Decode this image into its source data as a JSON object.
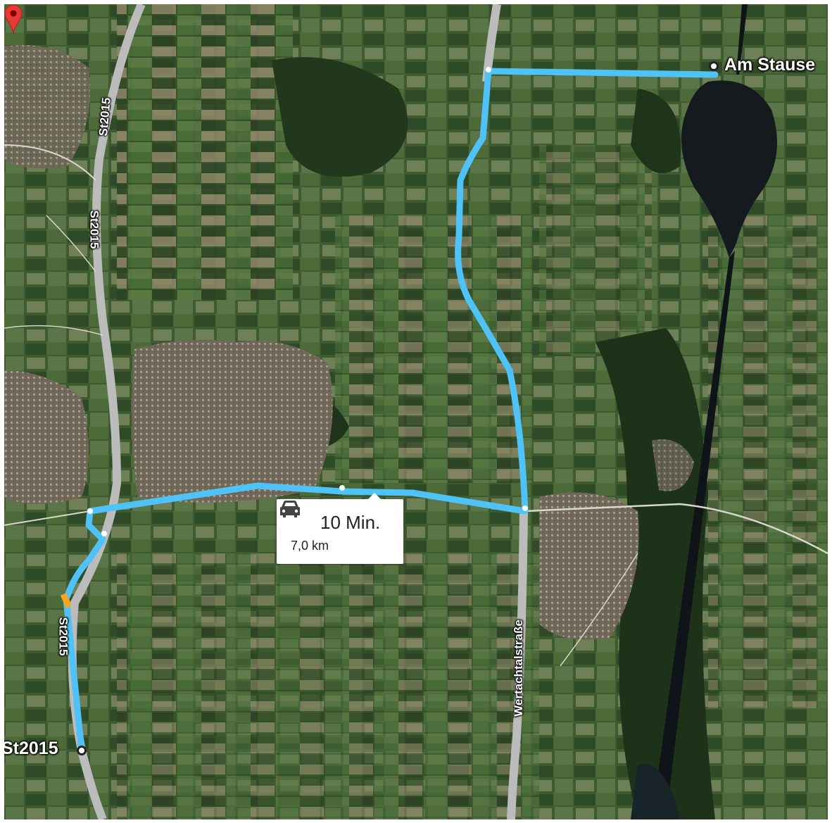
{
  "map": {
    "view": "satellite",
    "route_color": "#4fc3f7",
    "roads": [
      {
        "label": "St2015"
      },
      {
        "label": "St2015"
      },
      {
        "label": "St2015"
      },
      {
        "label": "Wertachtalstraße"
      }
    ],
    "origin": {
      "label": "St2015",
      "icon": "circle-marker-icon"
    },
    "destination": {
      "label": "Am Stause",
      "icon": "red-pin-icon"
    },
    "route_info": {
      "icon": "car-icon",
      "duration": "10 Min.",
      "distance": "7,0 km"
    }
  }
}
